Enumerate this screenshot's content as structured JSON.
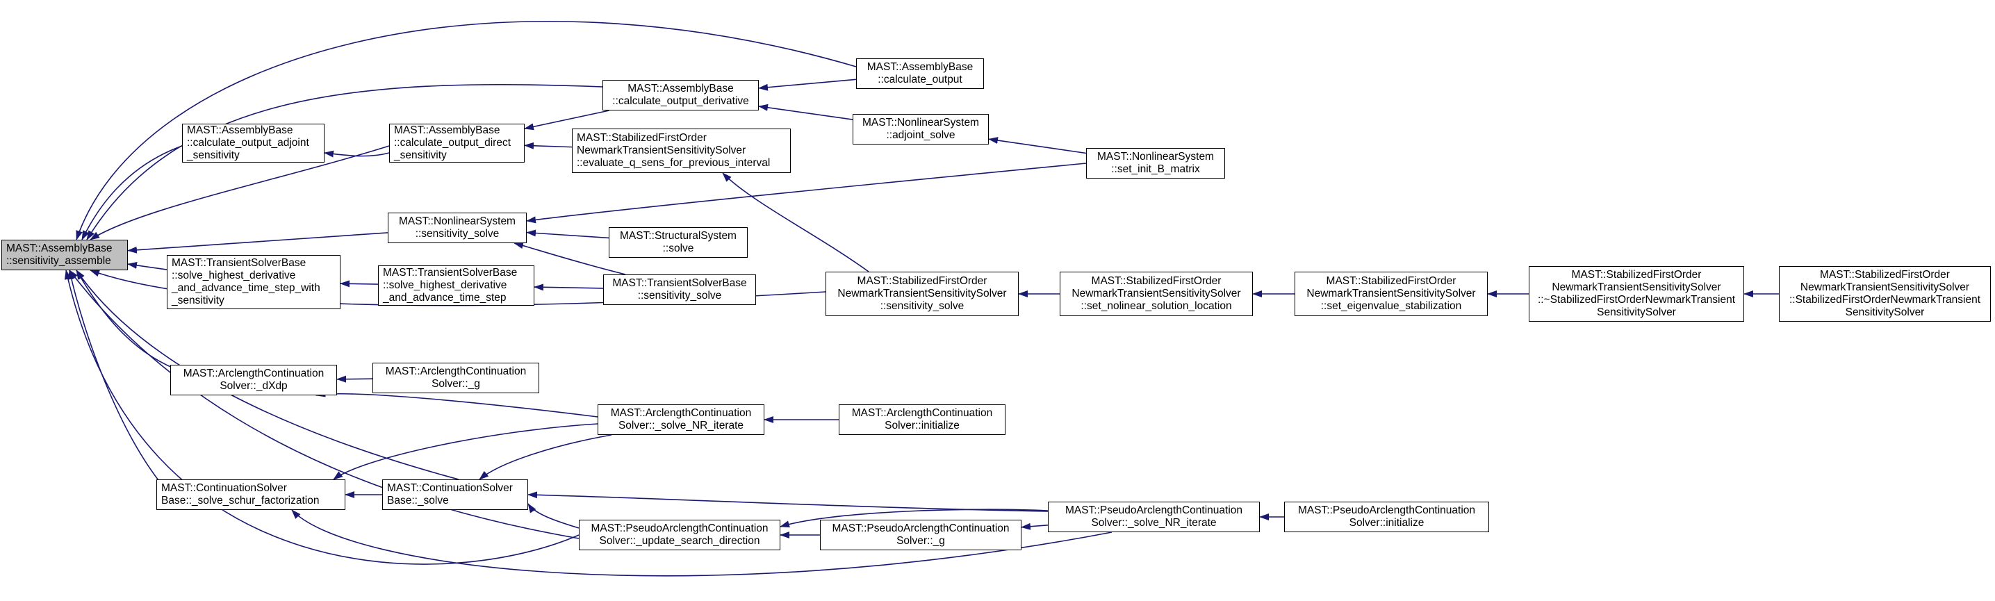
{
  "graph": {
    "colors": {
      "edge": "#191970",
      "node_border": "#000000",
      "focus_fill": "#bfbfbf"
    },
    "nodes": [
      {
        "id": "sens_assemble",
        "lines": [
          "MAST::AssemblyBase",
          "::sensitivity_assemble"
        ],
        "focus": true
      },
      {
        "id": "calc_out_adj",
        "lines": [
          "MAST::AssemblyBase",
          "::calculate_output_adjoint",
          "_sensitivity"
        ]
      },
      {
        "id": "calc_out_dir",
        "lines": [
          "MAST::AssemblyBase",
          "::calculate_output_direct",
          "_sensitivity"
        ]
      },
      {
        "id": "calc_out_deriv",
        "lines": [
          "MAST::AssemblyBase",
          "::calculate_output_derivative"
        ],
        "center": true
      },
      {
        "id": "calc_out",
        "lines": [
          "MAST::AssemblyBase",
          "::calculate_output"
        ],
        "center": true
      },
      {
        "id": "adj_solve",
        "lines": [
          "MAST::NonlinearSystem",
          "::adjoint_solve"
        ],
        "center": true
      },
      {
        "id": "set_init_b",
        "lines": [
          "MAST::NonlinearSystem",
          "::set_init_B_matrix"
        ],
        "center": true
      },
      {
        "id": "eval_q_sens",
        "lines": [
          "MAST::StabilizedFirstOrder",
          "NewmarkTransientSensitivitySolver",
          "::evaluate_q_sens_for_previous_interval"
        ]
      },
      {
        "id": "nl_sens_solve",
        "lines": [
          "MAST::NonlinearSystem",
          "::sensitivity_solve"
        ],
        "center": true
      },
      {
        "id": "struct_solve",
        "lines": [
          "MAST::StructuralSystem",
          "::solve"
        ],
        "center": true
      },
      {
        "id": "ts_hd_sens",
        "lines": [
          "MAST::TransientSolverBase",
          "::solve_highest_derivative",
          "_and_advance_time_step_with",
          "_sensitivity"
        ]
      },
      {
        "id": "ts_hd",
        "lines": [
          "MAST::TransientSolverBase",
          "::solve_highest_derivative",
          "_and_advance_time_step"
        ]
      },
      {
        "id": "ts_sens_solve",
        "lines": [
          "MAST::TransientSolverBase",
          "::sensitivity_solve"
        ],
        "center": true
      },
      {
        "id": "sfo_sens_solve",
        "lines": [
          "MAST::StabilizedFirstOrder",
          "NewmarkTransientSensitivitySolver",
          "::sensitivity_solve"
        ],
        "center": true
      },
      {
        "id": "sfo_set_nl",
        "lines": [
          "MAST::StabilizedFirstOrder",
          "NewmarkTransientSensitivitySolver",
          "::set_nolinear_solution_location"
        ],
        "center": true
      },
      {
        "id": "sfo_set_eig",
        "lines": [
          "MAST::StabilizedFirstOrder",
          "NewmarkTransientSensitivitySolver",
          "::set_eigenvalue_stabilization"
        ],
        "center": true
      },
      {
        "id": "sfo_dtor",
        "lines": [
          "MAST::StabilizedFirstOrder",
          "NewmarkTransientSensitivitySolver",
          "::~StabilizedFirstOrderNewmarkTransient",
          "SensitivitySolver"
        ],
        "center": true
      },
      {
        "id": "sfo_ctor",
        "lines": [
          "MAST::StabilizedFirstOrder",
          "NewmarkTransientSensitivitySolver",
          "::StabilizedFirstOrderNewmarkTransient",
          "SensitivitySolver"
        ],
        "center": true
      },
      {
        "id": "arc_dxdp",
        "lines": [
          "MAST::ArclengthContinuation",
          "Solver::_dXdp"
        ],
        "center": true
      },
      {
        "id": "arc_g",
        "lines": [
          "MAST::ArclengthContinuation",
          "Solver::_g"
        ],
        "center": true
      },
      {
        "id": "arc_nr",
        "lines": [
          "MAST::ArclengthContinuation",
          "Solver::_solve_NR_iterate"
        ],
        "center": true
      },
      {
        "id": "arc_init",
        "lines": [
          "MAST::ArclengthContinuation",
          "Solver::initialize"
        ],
        "center": true
      },
      {
        "id": "cont_schur",
        "lines": [
          "MAST::ContinuationSolver",
          "Base::_solve_schur_factorization"
        ]
      },
      {
        "id": "cont_solve",
        "lines": [
          "MAST::ContinuationSolver",
          "Base::_solve"
        ]
      },
      {
        "id": "parc_update",
        "lines": [
          "MAST::PseudoArclengthContinuation",
          "Solver::_update_search_direction"
        ],
        "center": true
      },
      {
        "id": "parc_g",
        "lines": [
          "MAST::PseudoArclengthContinuation",
          "Solver::_g"
        ],
        "center": true
      },
      {
        "id": "parc_nr",
        "lines": [
          "MAST::PseudoArclengthContinuation",
          "Solver::_solve_NR_iterate"
        ],
        "center": true
      },
      {
        "id": "parc_init",
        "lines": [
          "MAST::PseudoArclengthContinuation",
          "Solver::initialize"
        ],
        "center": true
      }
    ],
    "edges": [
      {
        "from": "calc_out_adj",
        "to": "sens_assemble"
      },
      {
        "from": "calc_out_dir",
        "to": "sens_assemble"
      },
      {
        "from": "calc_out_deriv",
        "to": "sens_assemble"
      },
      {
        "from": "calc_out",
        "to": "sens_assemble"
      },
      {
        "from": "nl_sens_solve",
        "to": "sens_assemble"
      },
      {
        "from": "ts_hd_sens",
        "to": "sens_assemble"
      },
      {
        "from": "sfo_sens_solve",
        "to": "sens_assemble"
      },
      {
        "from": "arc_dxdp",
        "to": "sens_assemble"
      },
      {
        "from": "cont_schur",
        "to": "sens_assemble"
      },
      {
        "from": "cont_solve",
        "to": "sens_assemble"
      },
      {
        "from": "parc_update",
        "to": "sens_assemble"
      },
      {
        "from": "calc_out_dir",
        "to": "calc_out_adj"
      },
      {
        "from": "calc_out_deriv",
        "to": "calc_out_dir"
      },
      {
        "from": "eval_q_sens",
        "to": "calc_out_dir"
      },
      {
        "from": "calc_out",
        "to": "calc_out_deriv"
      },
      {
        "from": "adj_solve",
        "to": "calc_out_deriv"
      },
      {
        "from": "set_init_b",
        "to": "adj_solve"
      },
      {
        "from": "sfo_sens_solve",
        "to": "eval_q_sens"
      },
      {
        "from": "set_init_b",
        "to": "nl_sens_solve"
      },
      {
        "from": "struct_solve",
        "to": "nl_sens_solve"
      },
      {
        "from": "ts_sens_solve",
        "to": "nl_sens_solve"
      },
      {
        "from": "ts_hd",
        "to": "ts_hd_sens"
      },
      {
        "from": "ts_sens_solve",
        "to": "ts_hd"
      },
      {
        "from": "sfo_set_nl",
        "to": "sfo_sens_solve"
      },
      {
        "from": "sfo_set_eig",
        "to": "sfo_set_nl"
      },
      {
        "from": "sfo_dtor",
        "to": "sfo_set_eig"
      },
      {
        "from": "sfo_ctor",
        "to": "sfo_dtor"
      },
      {
        "from": "arc_g",
        "to": "arc_dxdp"
      },
      {
        "from": "arc_nr",
        "to": "arc_dxdp"
      },
      {
        "from": "arc_init",
        "to": "arc_nr"
      },
      {
        "from": "arc_nr",
        "to": "cont_schur"
      },
      {
        "from": "cont_solve",
        "to": "cont_schur"
      },
      {
        "from": "parc_update",
        "to": "cont_schur"
      },
      {
        "from": "parc_nr",
        "to": "cont_schur"
      },
      {
        "from": "arc_nr",
        "to": "cont_solve"
      },
      {
        "from": "parc_update",
        "to": "cont_solve"
      },
      {
        "from": "parc_nr",
        "to": "cont_solve"
      },
      {
        "from": "parc_nr",
        "to": "parc_update"
      },
      {
        "from": "parc_g",
        "to": "parc_update"
      },
      {
        "from": "parc_nr",
        "to": "parc_g"
      },
      {
        "from": "parc_init",
        "to": "parc_nr"
      }
    ]
  }
}
